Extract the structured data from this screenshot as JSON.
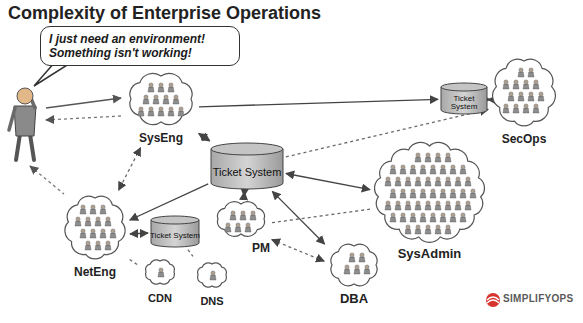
{
  "diagram": {
    "title": "Complexity of Enterprise Operations",
    "nodes": [
      {
        "text": [
          "I just need an environment! Something isn't working!"
        ]
      },
      {
        "text": [
          "SysEng"
        ]
      },
      {
        "text": [
          "Ticket System"
        ]
      },
      {
        "text": [
          "SecOps"
        ]
      },
      {
        "text": [
          "Ticket System"
        ]
      },
      {
        "text": [
          "SysAdmin"
        ]
      },
      {
        "text": [
          "NetEng"
        ]
      },
      {
        "text": [
          "Ticket System"
        ]
      },
      {
        "text": [
          "PM"
        ]
      },
      {
        "text": [
          "CDN"
        ]
      },
      {
        "text": [
          "DNS"
        ]
      },
      {
        "text": [
          "DBA"
        ]
      }
    ],
    "edges": [
      {
        "from": 1,
        "to": 4,
        "arrow": "both"
      },
      {
        "from": 1,
        "to": 2,
        "arrow": "to"
      },
      {
        "from": 2,
        "to": 3,
        "arrow": "both"
      },
      {
        "from": 4,
        "to": 3,
        "arrow": "to"
      },
      {
        "from": 4,
        "to": 5,
        "arrow": "both"
      },
      {
        "from": 4,
        "to": 6,
        "arrow": "to"
      },
      {
        "from": 4,
        "to": 8,
        "arrow": "both"
      },
      {
        "from": 4,
        "to": 11,
        "arrow": "both"
      },
      {
        "from": 6,
        "to": 7,
        "arrow": "both"
      },
      {
        "from": 6,
        "to": 9,
        "arrow": "none"
      },
      {
        "from": 7,
        "to": 10,
        "arrow": "none"
      },
      {
        "from": 8,
        "to": 11,
        "arrow": "both"
      },
      {
        "from": 8,
        "to": 5,
        "arrow": "none"
      },
      {
        "from": 1,
        "to": 6,
        "arrow": "both"
      }
    ],
    "labels": [
      "SIMPLIFYOPS"
    ]
  }
}
